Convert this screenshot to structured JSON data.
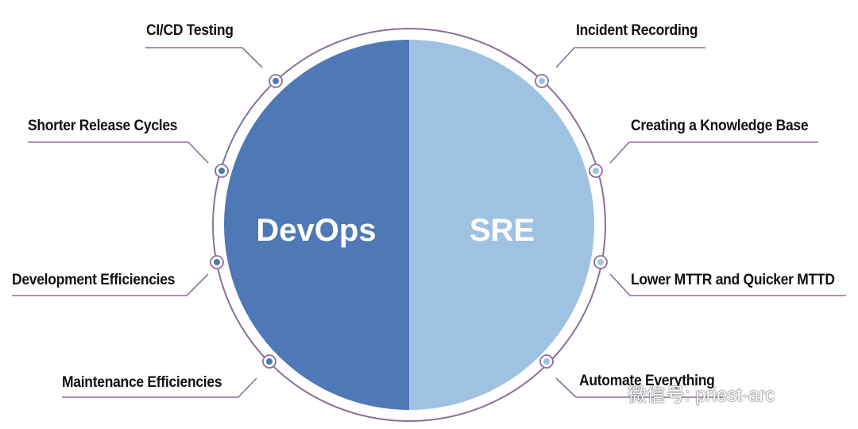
{
  "left_title": "DevOps",
  "right_title": "SRE",
  "colors": {
    "devops": "#4f78b6",
    "sre": "#9fc2e3",
    "ring": "#8b6f98"
  },
  "left_items": [
    "CI/CD Testing",
    "Shorter Release Cycles",
    "Development Efficiencies",
    "Maintenance Efficiencies"
  ],
  "right_items": [
    "Incident Recording",
    "Creating a Knowledge Base",
    "Lower MTTR and Quicker MTTD",
    "Automate Everything"
  ],
  "watermark": "微信号: priest-arc"
}
